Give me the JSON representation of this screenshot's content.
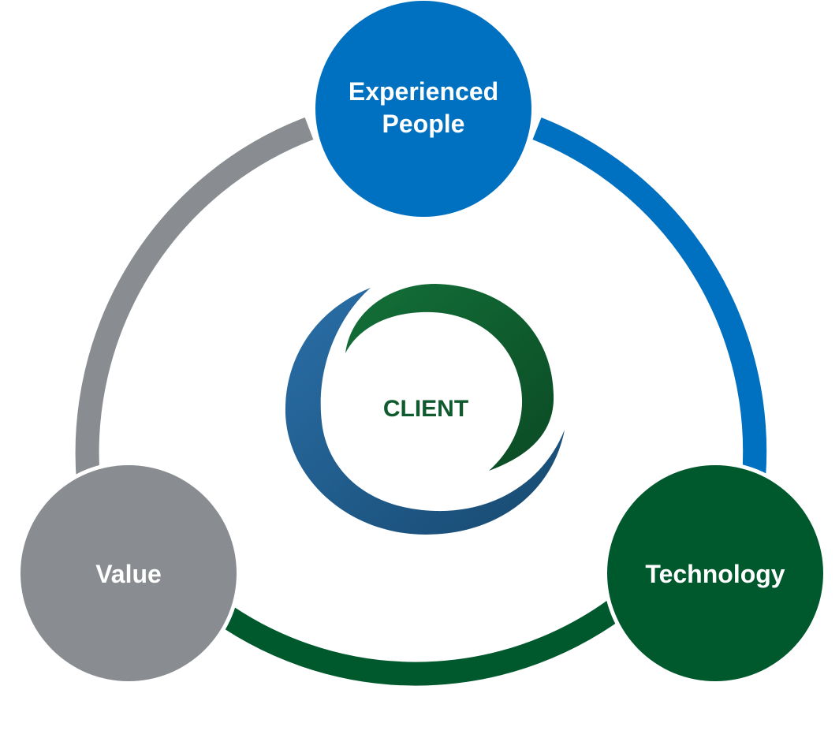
{
  "diagram": {
    "center": {
      "label": "CLIENT"
    },
    "nodes": [
      {
        "key": "people",
        "line1": "Experienced",
        "line2": "People"
      },
      {
        "key": "technology",
        "label": "Technology"
      },
      {
        "key": "value",
        "label": "Value"
      }
    ]
  },
  "colors": {
    "blue": "#0070c0",
    "green": "#00582d",
    "gray": "#898c90",
    "logo_blue": "#1f5a8c",
    "logo_green": "#0f5a2e",
    "white": "#ffffff"
  }
}
